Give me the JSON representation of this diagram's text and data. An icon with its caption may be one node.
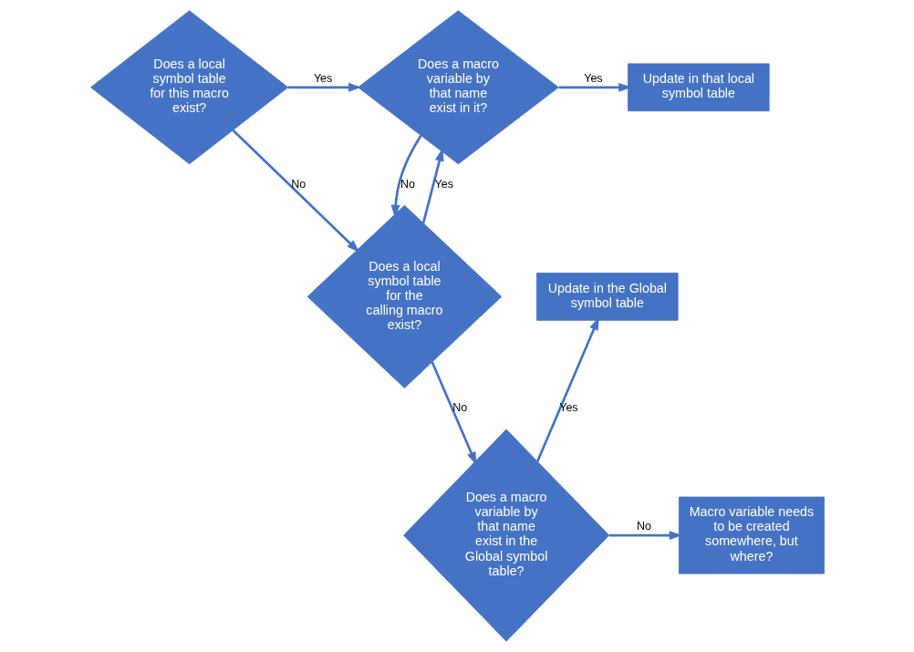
{
  "diagram": {
    "nodes": [
      {
        "text": [
          "Does a local symbol table for this macro exist?"
        ]
      },
      {
        "text": [
          "Does a macro variable by that name exist in it?"
        ]
      },
      {
        "text": [
          "Update in that local symbol table"
        ]
      },
      {
        "text": [
          "Does a local symbol table for the calling macro exist?"
        ]
      },
      {
        "text": [
          "Update in the Global symbol table"
        ]
      },
      {
        "text": [
          "Does a macro variable by that name exist in the Global symbol table?"
        ]
      },
      {
        "text": [
          "Macro variable needs to be created somewhere, but where?"
        ]
      }
    ],
    "edges": [
      {
        "from": 0,
        "to": 1,
        "arrow": "to",
        "label": "Yes"
      },
      {
        "from": 1,
        "to": 2,
        "arrow": "to",
        "label": "Yes"
      },
      {
        "from": 0,
        "to": 3,
        "arrow": "to",
        "label": "No"
      },
      {
        "from": 1,
        "to": 3,
        "arrow": "to",
        "label": "No"
      },
      {
        "from": 3,
        "to": 1,
        "arrow": "to",
        "label": "Yes"
      },
      {
        "from": 5,
        "to": 4,
        "arrow": "to",
        "label": "Yes"
      },
      {
        "from": 3,
        "to": 5,
        "arrow": "to",
        "label": "No"
      },
      {
        "from": 5,
        "to": 6,
        "arrow": "to",
        "label": "No"
      }
    ]
  }
}
